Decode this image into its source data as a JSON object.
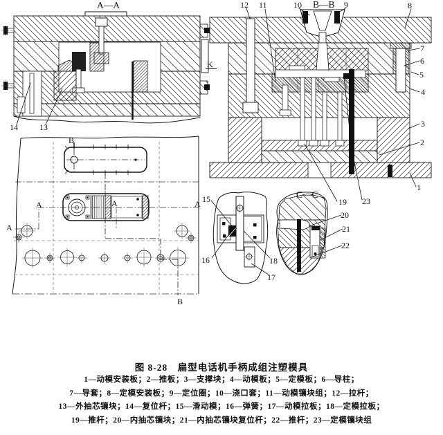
{
  "figure": {
    "caption_title": "图 8-28　扁型电话机手柄成组注塑模具",
    "caption_lines": [
      "1—动模安装板；2—推板；3—支撑块；4—动模板；5—定模板；6—导柱；",
      "7—导套；8—定模安装板；9—定位圈；10—浇口套；11—动模镶块组；12—拉杆；",
      "13—外抽芯镶块；14—复位杆；15—滑动模；16—弹簧；17—动模拉板；18—定模拉板；",
      "19—推杆；20—内抽芯镶块；21—内抽芯镶块复位杆；22—推杆；23—定模镶块组"
    ],
    "view_titles": {
      "aa": "A—A",
      "bb": "B—B",
      "cc": "C—C"
    },
    "section_letters": {
      "a": "A",
      "b": "B",
      "k": "K"
    },
    "callouts": {
      "n1": "1",
      "n2": "2",
      "n3": "3",
      "n4": "4",
      "n5": "5",
      "n6": "6",
      "n7": "7",
      "n8": "8",
      "n9": "9",
      "n10": "10",
      "n11": "11",
      "n12": "12",
      "n13": "13",
      "n14": "14",
      "n15": "15",
      "n16": "16",
      "n17": "17",
      "n18": "18",
      "n19": "19",
      "n20": "20",
      "n21": "21",
      "n22": "22",
      "n23": "23"
    },
    "parts": [
      {
        "num": "1",
        "name": "动模安装板"
      },
      {
        "num": "2",
        "name": "推板"
      },
      {
        "num": "3",
        "name": "支撑块"
      },
      {
        "num": "4",
        "name": "动模板"
      },
      {
        "num": "5",
        "name": "定模板"
      },
      {
        "num": "6",
        "name": "导柱"
      },
      {
        "num": "7",
        "name": "导套"
      },
      {
        "num": "8",
        "name": "定模安装板"
      },
      {
        "num": "9",
        "name": "定位圈"
      },
      {
        "num": "10",
        "name": "浇口套"
      },
      {
        "num": "11",
        "name": "动模镶块组"
      },
      {
        "num": "12",
        "name": "拉杆"
      },
      {
        "num": "13",
        "name": "外抽芯镶块"
      },
      {
        "num": "14",
        "name": "复位杆"
      },
      {
        "num": "15",
        "name": "滑动模"
      },
      {
        "num": "16",
        "name": "弹簧"
      },
      {
        "num": "17",
        "name": "动模拉板"
      },
      {
        "num": "18",
        "name": "定模拉板"
      },
      {
        "num": "19",
        "name": "推杆"
      },
      {
        "num": "20",
        "name": "内抽芯镶块"
      },
      {
        "num": "21",
        "name": "内抽芯镶块复位杆"
      },
      {
        "num": "22",
        "name": "推杆"
      },
      {
        "num": "23",
        "name": "定模镶块组"
      }
    ],
    "colors": {
      "ink": "#1a1a1a",
      "paper": "#ffffff"
    }
  }
}
